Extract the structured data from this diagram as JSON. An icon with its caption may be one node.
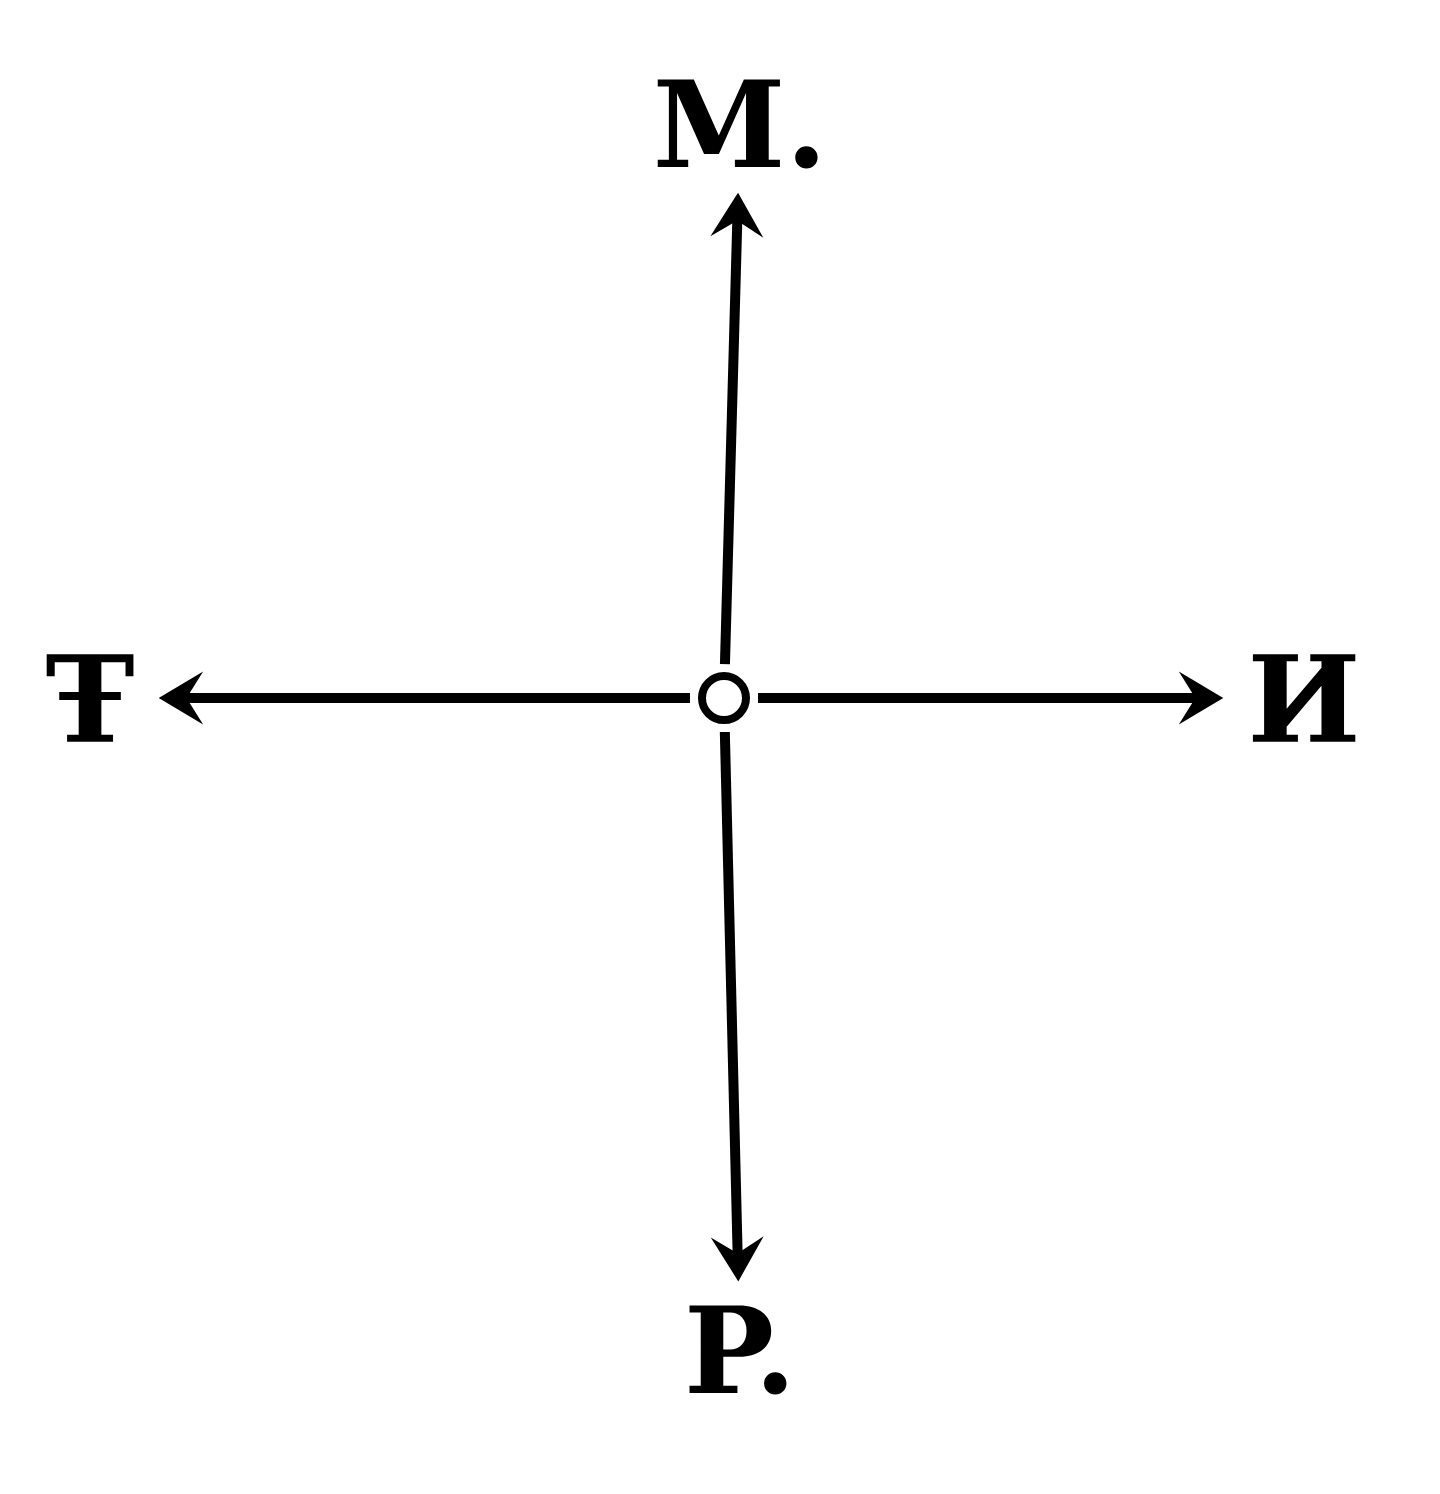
{
  "diagram": {
    "nodes": [
      {
        "text": [],
        "shape": "circle"
      },
      {
        "text": [
          "M."
        ]
      },
      {
        "text": [
          "И"
        ]
      },
      {
        "text": [
          "P."
        ]
      },
      {
        "text": [
          "Ŧ"
        ]
      }
    ],
    "edges": [
      {
        "from": 0,
        "to": 1,
        "arrow": "to"
      },
      {
        "from": 0,
        "to": 2,
        "arrow": "to"
      },
      {
        "from": 0,
        "to": 3,
        "arrow": "to"
      },
      {
        "from": 0,
        "to": 4,
        "arrow": "to"
      }
    ]
  }
}
